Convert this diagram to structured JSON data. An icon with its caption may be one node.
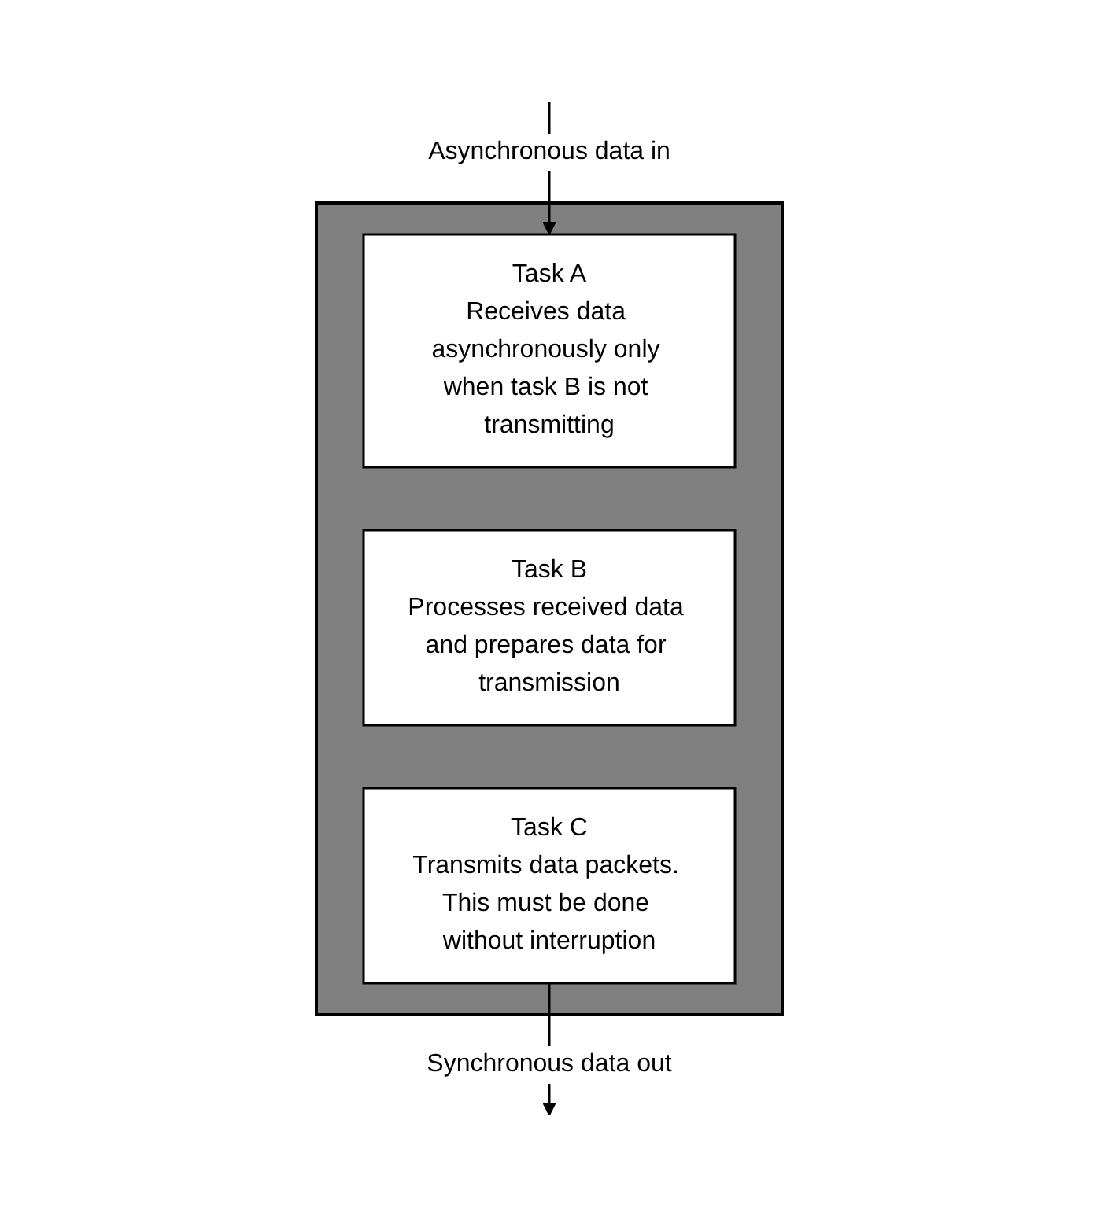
{
  "diagram": {
    "nodes": [
      {
        "text": [],
        "shape": "box"
      },
      {
        "text": [
          "Task A",
          "Receives data asynchronously only when task B is not transmitting"
        ],
        "in": 0
      },
      {
        "text": [
          "Task B",
          "Processes received data and prepares data for transmission"
        ],
        "in": 0
      },
      {
        "text": [
          "Task C",
          "Transmits data packets. This must be done without interruption"
        ],
        "in": 0
      }
    ],
    "edges": [
      {
        "from": null,
        "to": 1,
        "arrow": "to",
        "label": "Asynchronous data in"
      },
      {
        "from": 3,
        "to": null,
        "arrow": "to",
        "label": "Synchronous data out"
      }
    ]
  }
}
